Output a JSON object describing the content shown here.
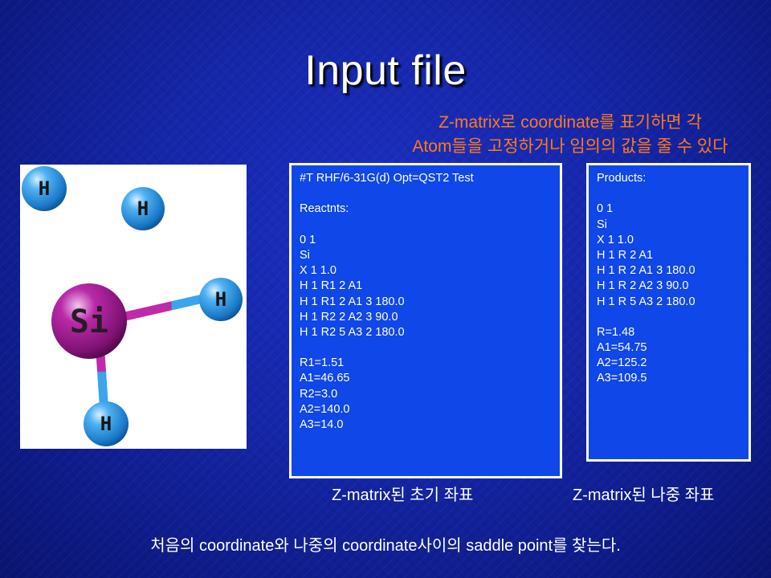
{
  "slide": {
    "title": "Input file",
    "note_lines": [
      "Z-matrix로 coordinate를 표기하면 각",
      "Atom들을 고정하거나 임의의 값을 줄 수 있다"
    ],
    "footer": "처음의 coordinate와 나중의 coordinate사이의 saddle point를 찾는다."
  },
  "molecule": {
    "atoms": [
      {
        "label": "H",
        "role": "hydrogen"
      },
      {
        "label": "H",
        "role": "hydrogen"
      },
      {
        "label": "H",
        "role": "hydrogen"
      },
      {
        "label": "H",
        "role": "hydrogen"
      },
      {
        "label": "Si",
        "role": "silicon"
      }
    ],
    "colors": {
      "hydrogen": "#2f9ae8",
      "silicon": "#9a1a8c",
      "bond_h": "#2f9ae8",
      "bond_si": "#b0209c"
    }
  },
  "reactant_box": {
    "lines": [
      "#T RHF/6-31G(d) Opt=QST2 Test",
      "",
      "Reactnts:",
      "",
      "0 1",
      "Si",
      "X 1 1.0",
      "H 1 R1 2 A1",
      "H 1 R1 2 A1 3 180.0",
      "H 1 R2 2 A2 3 90.0",
      "H 1 R2 5 A3 2 180.0",
      "",
      "R1=1.51",
      "A1=46.65",
      "R2=3.0",
      "A2=140.0",
      "A3=14.0"
    ],
    "caption": "Z-matrix된 초기 좌표"
  },
  "product_box": {
    "lines": [
      "Products:",
      "",
      "0 1",
      "Si",
      "X 1 1.0",
      "H 1 R 2 A1",
      "H 1 R 2 A1 3 180.0",
      "H 1 R 2 A2 3 90.0",
      "H 1 R 5 A3 2 180.0",
      "",
      "R=1.48",
      "A1=54.75",
      "A2=125.2",
      "A3=109.5"
    ],
    "caption": "Z-matrix된 나중 좌표"
  },
  "theme": {
    "text": "#ffffff",
    "note": "#ff7a1a",
    "box_fill": "#0f47e8"
  }
}
